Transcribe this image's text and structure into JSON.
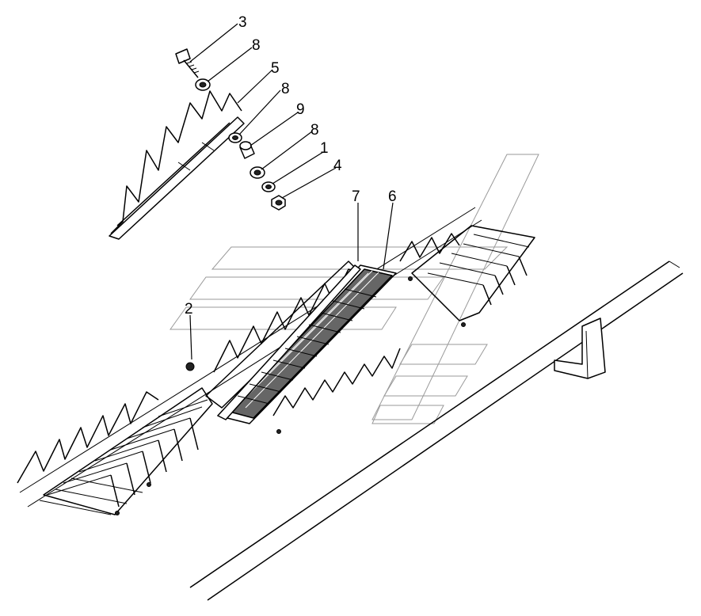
{
  "callouts": [
    {
      "id": "3",
      "label": "3"
    },
    {
      "id": "8a",
      "label": "8"
    },
    {
      "id": "5",
      "label": "5"
    },
    {
      "id": "8b",
      "label": "8"
    },
    {
      "id": "9",
      "label": "9"
    },
    {
      "id": "8c",
      "label": "8"
    },
    {
      "id": "1",
      "label": "1"
    },
    {
      "id": "4",
      "label": "4"
    },
    {
      "id": "7",
      "label": "7"
    },
    {
      "id": "6",
      "label": "6"
    },
    {
      "id": "2",
      "label": "2"
    }
  ]
}
